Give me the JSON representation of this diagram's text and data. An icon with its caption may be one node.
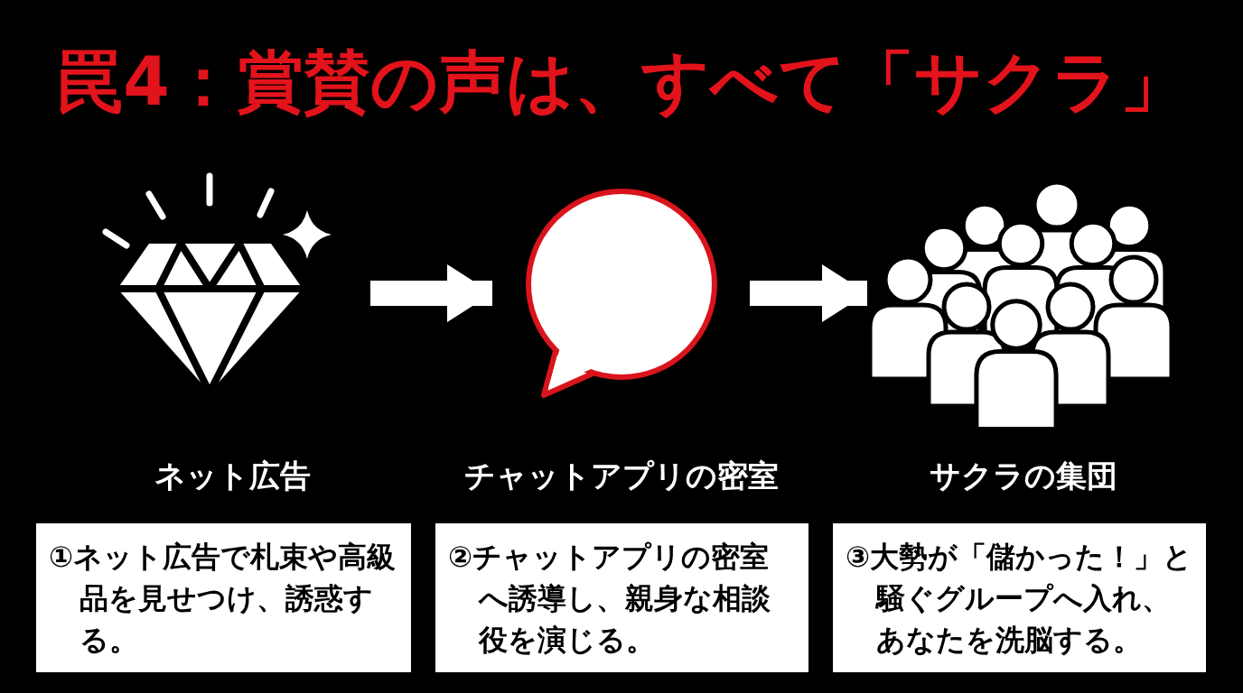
{
  "diagram": {
    "title": "罠4：賞賛の声は、すべて「サクラ」",
    "nodes": [
      {
        "text": [],
        "shape": "picture"
      },
      {
        "text": [],
        "shape": "circle"
      },
      {
        "text": [],
        "shape": "picture"
      },
      {
        "text": [
          "①ネット広告で札束や高級品を見せつけ、誘惑する。"
        ]
      },
      {
        "text": [
          "②チャットアプリの密室へ誘導し、親身な相談役を演じる。"
        ]
      },
      {
        "text": [
          "③大勢が「儲かった！」と騒ぐグループへ入れ、あなたを洗脳する。"
        ]
      }
    ],
    "edges": [
      {
        "from": 0,
        "to": 1,
        "arrow": "to"
      },
      {
        "from": 1,
        "to": 2,
        "arrow": "to"
      }
    ],
    "labels": [
      "ネット広告",
      "チャットアプリの密室",
      "サクラの集団"
    ]
  }
}
